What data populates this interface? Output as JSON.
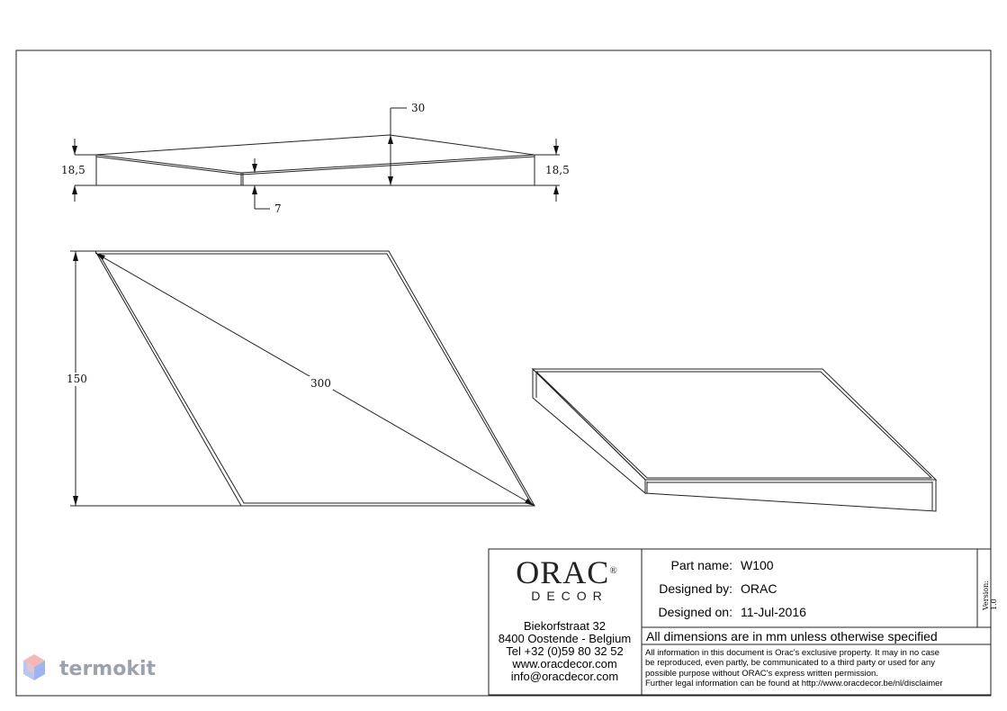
{
  "dimensions": {
    "top_height": "30",
    "edge_left": "18,5",
    "edge_right": "18,5",
    "step": "7",
    "height": "150",
    "diagonal": "300"
  },
  "logo": {
    "main": "ORAC",
    "registered": "®",
    "sub": "DECOR"
  },
  "address": {
    "street": "Biekorfstraat 32",
    "city": "8400 Oostende - Belgium",
    "tel": "Tel  +32 (0)59 80 32 52",
    "web": "www.oracdecor.com",
    "email": "info@oracdecor.com"
  },
  "fields": {
    "part_name_label": "Part name:",
    "part_name_value": "W100",
    "designed_by_label": "Designed by:",
    "designed_by_value": "ORAC",
    "designed_on_label": "Designed on:",
    "designed_on_value": "11-Jul-2016"
  },
  "notes": {
    "main": "All dimensions are in mm unless otherwise specified",
    "line1": "All information in this document is Orac's exclusive property.  It may in no case",
    "line2": "be reproduced, even partly, be communicated to a third party or used for any",
    "line3": "possible purpose without ORAC's express written permission.",
    "line4": "Further legal information can be found at http://www.oracdecor.be/nl/disclaimer"
  },
  "version": "Version: 1.0",
  "watermark": "termokit"
}
